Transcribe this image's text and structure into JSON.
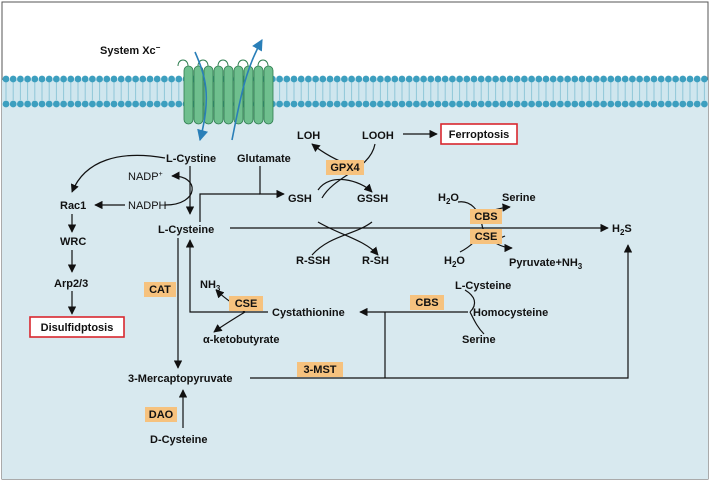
{
  "colors": {
    "membrane_head": "#3d9fbf",
    "membrane_tail": "#8fc7d8",
    "cytoplasm": "#d8e9ef",
    "extracellular": "#ffffff",
    "enzyme_box": "#f6c27e",
    "outcome_border": "#d9272e",
    "transporter": "#6fbf8e",
    "transport_arrow": "#2a7fb8"
  },
  "transporter": {
    "label": "System Xc",
    "superscript": "−"
  },
  "outcomes": {
    "ferroptosis": "Ferroptosis",
    "disulfidptosis": "Disulfidptosis"
  },
  "enzymes": {
    "gpx4": "GPX4",
    "cbs_top": "CBS",
    "cse_top": "CSE",
    "cat": "CAT",
    "cse_mid": "CSE",
    "cbs_mid": "CBS",
    "mst": "3-MST",
    "dao": "DAO"
  },
  "metabolites": {
    "l_cystine": "L-Cystine",
    "glutamate": "Glutamate",
    "nadp": "NADP",
    "nadp_sup": "+",
    "nadph": "NADPH",
    "rac1": "Rac1",
    "wrc": "WRC",
    "arp23": "Arp2/3",
    "l_cysteine": "L-Cysteine",
    "loh": "LOH",
    "looh": "LOOH",
    "gsh": "GSH",
    "gssh": "GSSH",
    "r_ssh": "R-SSH",
    "r_sh": "R-SH",
    "h2o_top": {
      "base": "H",
      "sub": "2",
      "rest": "O"
    },
    "serine_top": "Serine",
    "h2o_bottom": {
      "base": "H",
      "sub": "2",
      "rest": "O"
    },
    "pyruvate_nh3": {
      "base": "Pyruvate+NH",
      "sub": "3"
    },
    "h2s": {
      "base": "H",
      "sub": "2",
      "rest": "S"
    },
    "nh3": {
      "base": "NH",
      "sub": "3"
    },
    "cystathionine": "Cystathionine",
    "l_cysteine_right": "L-Cysteine",
    "homocysteine": "Homocysteine",
    "serine_bottom": "Serine",
    "ketobutyrate": "α-ketobutyrate",
    "mercaptopyruvate": "3-Mercaptopyruvate",
    "d_cysteine": "D-Cysteine"
  }
}
